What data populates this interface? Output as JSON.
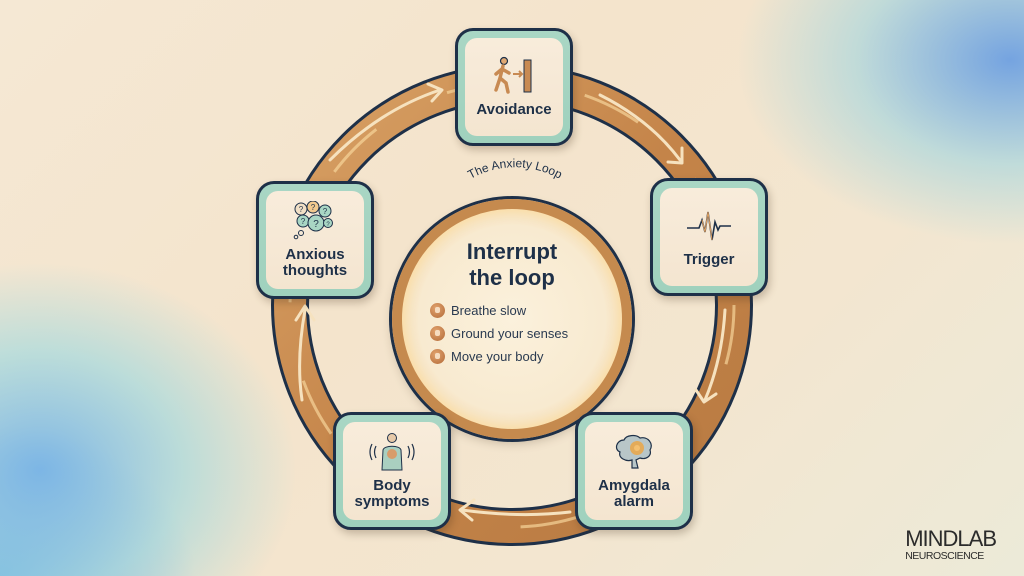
{
  "diagram": {
    "ring_title": "The Anxiety Loop",
    "center": {
      "title_line1": "Interrupt",
      "title_line2": "the loop",
      "items": [
        {
          "label": "Breathe slow",
          "icon": "breath-icon"
        },
        {
          "label": "Ground your senses",
          "icon": "person-icon"
        },
        {
          "label": "Move your body",
          "icon": "walking-icon"
        }
      ]
    },
    "nodes": [
      {
        "id": "avoidance",
        "label_line1": "Avoidance",
        "label_line2": "",
        "icon": "exit-door-icon"
      },
      {
        "id": "trigger",
        "label_line1": "Trigger",
        "label_line2": "",
        "icon": "pulse-wave-icon"
      },
      {
        "id": "amygdala",
        "label_line1": "Amygdala",
        "label_line2": "alarm",
        "icon": "brain-icon"
      },
      {
        "id": "body",
        "label_line1": "Body",
        "label_line2": "symptoms",
        "icon": "body-vibration-icon"
      },
      {
        "id": "thoughts",
        "label_line1": "Anxious",
        "label_line2": "thoughts",
        "icon": "question-bubbles-icon"
      }
    ],
    "flow_direction": "clockwise"
  },
  "branding": {
    "name": "MINDLAB",
    "sub": "NEUROSCIENCE"
  },
  "colors": {
    "ring": "#c58a4e",
    "node_border": "#1e3048",
    "node_frame": "#a9d6c4",
    "node_fill": "#f6e8d4",
    "text": "#1e3048"
  }
}
